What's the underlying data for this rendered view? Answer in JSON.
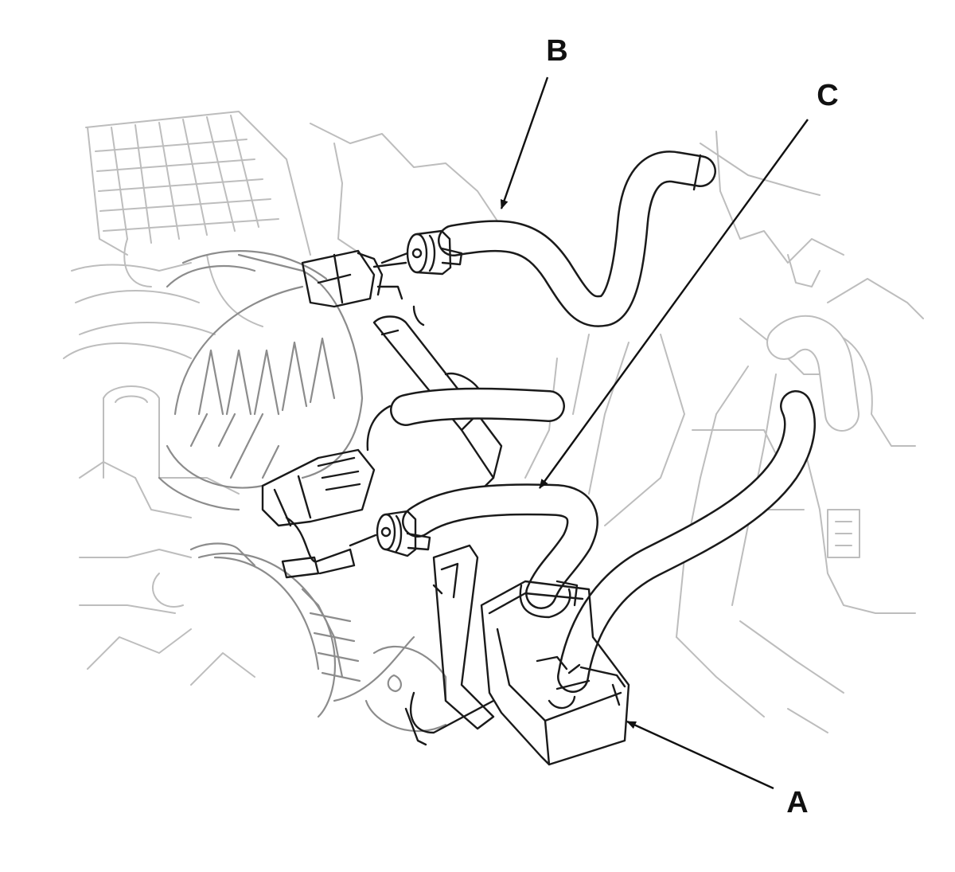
{
  "callouts": {
    "a": {
      "label": "A"
    },
    "b": {
      "label": "B"
    },
    "c": {
      "label": "C"
    }
  },
  "colors": {
    "line_dark": "#1a1a1a",
    "line_faint": "#bdbdbd",
    "background": "#ffffff"
  }
}
